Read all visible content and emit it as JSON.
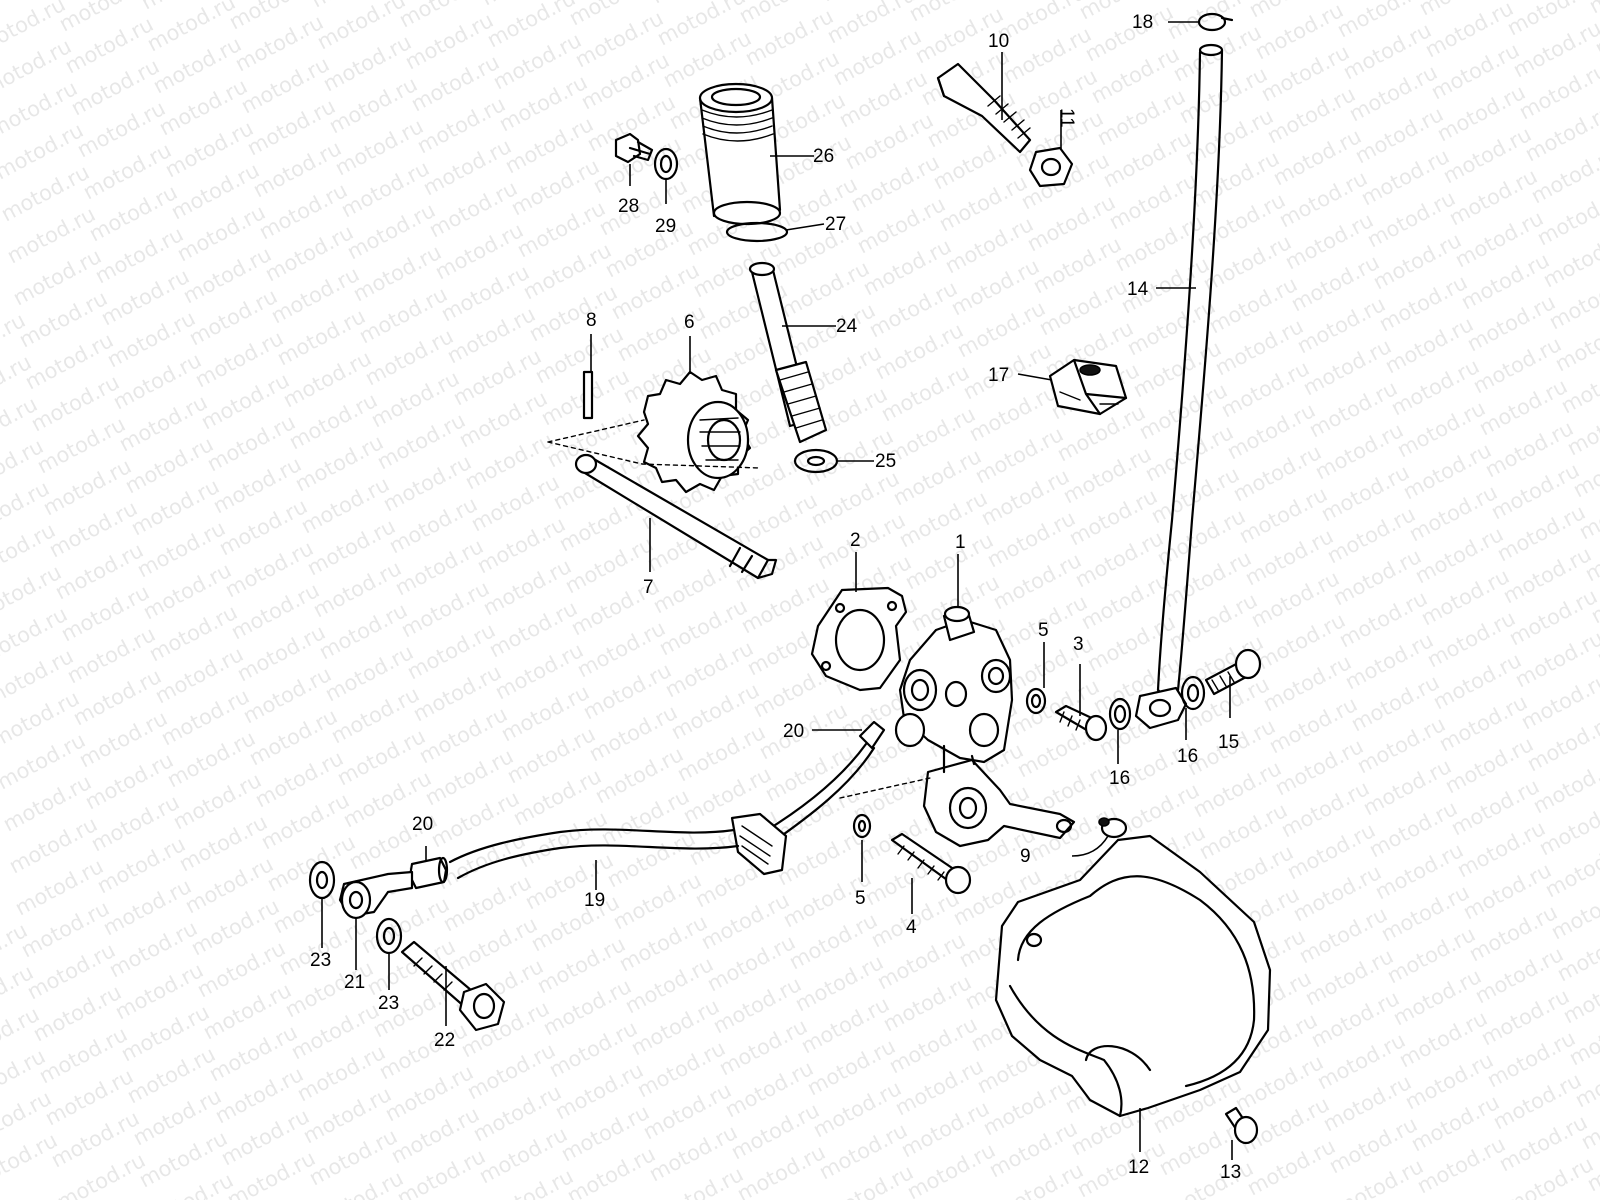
{
  "watermark": "motod.ru",
  "callouts": {
    "c1": "1",
    "c2": "2",
    "c3": "3",
    "c4": "4",
    "c5a": "5",
    "c5b": "5",
    "c6": "6",
    "c7": "7",
    "c8": "8",
    "c9": "9",
    "c10": "10",
    "c11": "11",
    "c12": "12",
    "c13": "13",
    "c14": "14",
    "c15": "15",
    "c16a": "16",
    "c16b": "16",
    "c17": "17",
    "c18": "18",
    "c19": "19",
    "c20a": "20",
    "c20b": "20",
    "c21": "21",
    "c22": "22",
    "c23a": "23",
    "c23b": "23",
    "c24": "24",
    "c25": "25",
    "c26": "26",
    "c27": "27",
    "c28": "28",
    "c29": "29"
  },
  "colors": {
    "line": "#000000",
    "background": "#ffffff"
  }
}
